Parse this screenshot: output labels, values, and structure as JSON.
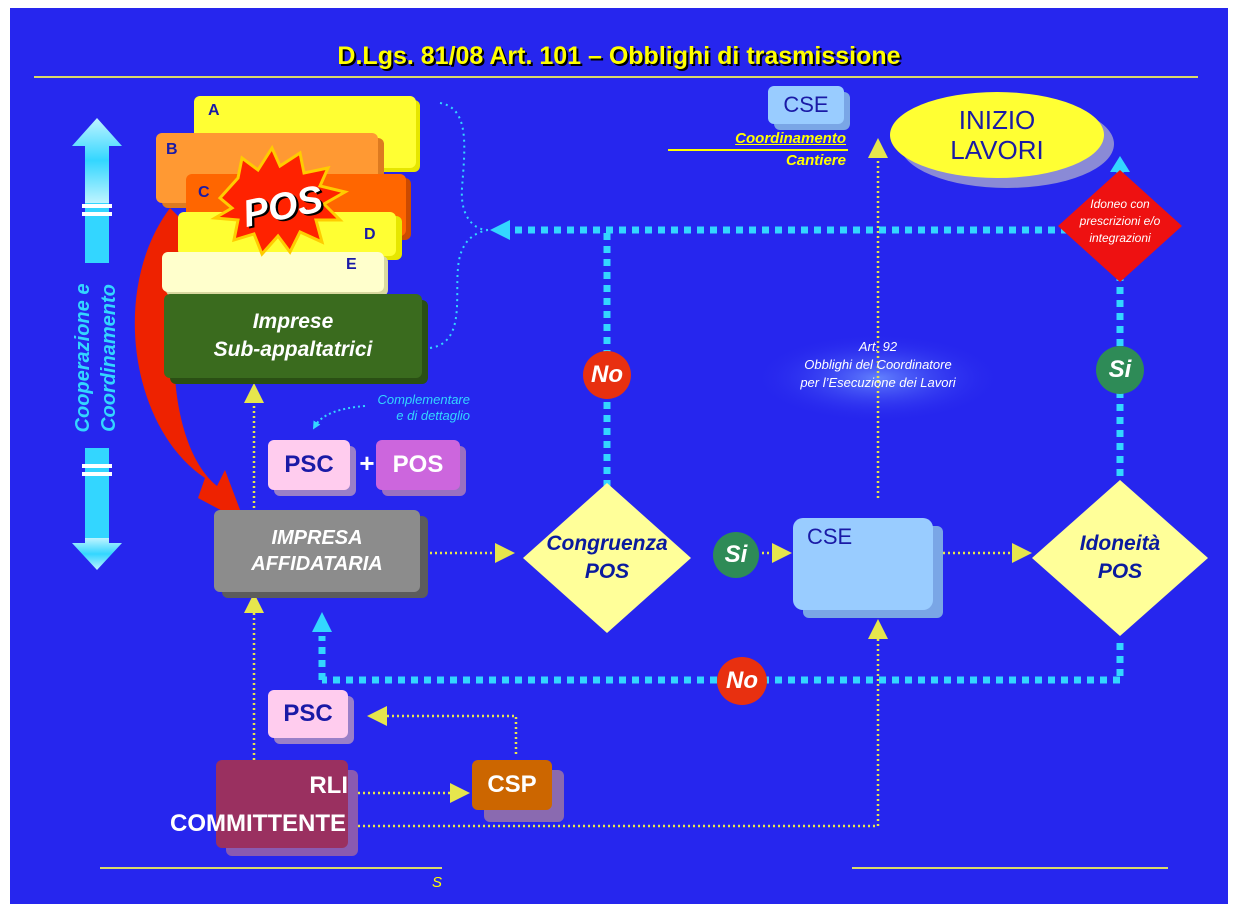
{
  "title": "D.Lgs. 81/08 Art. 101 – Obblighi di trasmissione",
  "side_label": {
    "line1": "Cooperazione e",
    "line2": "Coordinamento"
  },
  "subcontractors": {
    "letters": [
      "A",
      "B",
      "C",
      "D",
      "E"
    ],
    "burst": "POS",
    "label_line1": "Imprese",
    "label_line2": "Sub-appaltatrici"
  },
  "cse_top": {
    "label": "CSE",
    "caption_line1": "Coordinamento",
    "caption_line2": "Cantiere"
  },
  "inizio": {
    "line1": "INIZIO",
    "line2": "LAVORI"
  },
  "idoneo_note": {
    "line1": "Idoneo con",
    "line2": "prescrizioni e/o",
    "line3": "integrazioni"
  },
  "art92": {
    "line1": "Art. 92",
    "line2": "Obblighi del Coordinatore",
    "line3": "per l’Esecuzione dei Lavori"
  },
  "complementare": {
    "line1": "Complementare",
    "line2": "e di dettaglio"
  },
  "psc_pos": {
    "psc": "PSC",
    "plus": "+",
    "pos": "POS"
  },
  "affidataria": {
    "line1": "IMPRESA",
    "line2": "AFFIDATARIA"
  },
  "congruenza": {
    "line1": "Congruenza",
    "line2": "POS"
  },
  "cse_mid": {
    "label": "CSE"
  },
  "idoneita": {
    "line1": "Idoneità",
    "line2": "POS"
  },
  "decisions": {
    "no": "No",
    "si": "Si"
  },
  "psc_low": {
    "label": "PSC"
  },
  "csp": {
    "label": "CSP"
  },
  "committente": {
    "line1": "RLI",
    "line2": "COMMITTENTE"
  },
  "footer": {
    "center": "S"
  },
  "colors": {
    "background": "#2626ee",
    "title": "#ffff00",
    "cyan_arrow": "#33d6ff",
    "yellow_dotted": "#e6e64d",
    "no_badge": "#e83010",
    "si_badge": "#2e8b57",
    "diamond": "#ffff99",
    "affidataria": "#8c8c8c",
    "sub_green": "#3a6b1e",
    "committente": "#9a3060",
    "csp": "#cc6600",
    "psc": "#ffccee",
    "pos_box": "#cc66dd",
    "cse_box": "#99ccff",
    "idoneo_red": "#ee1111"
  }
}
